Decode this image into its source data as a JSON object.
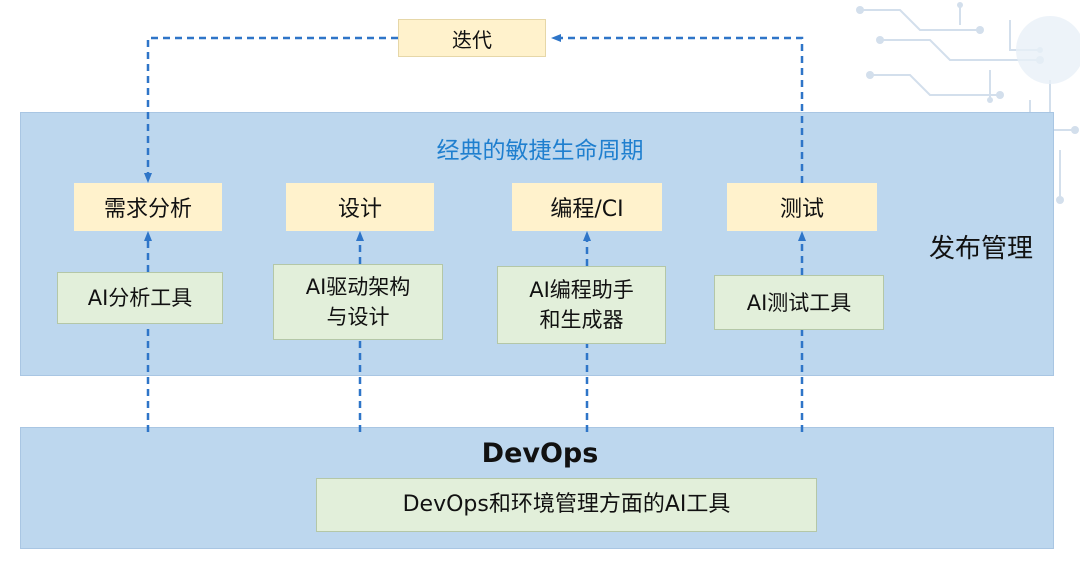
{
  "iteration": {
    "label": "迭代"
  },
  "agile": {
    "title": "经典的敏捷生命周期",
    "release_label": "发布管理",
    "stages": [
      {
        "phase": "需求分析",
        "tool": "AI分析工具"
      },
      {
        "phase": "设计",
        "tool": "AI驱动架构\n与设计"
      },
      {
        "phase": "编程/CI",
        "tool": "AI编程助手\n和生成器"
      },
      {
        "phase": "测试",
        "tool": "AI测试工具"
      }
    ]
  },
  "devops": {
    "title": "DevOps",
    "tool": "DevOps和环境管理方面的AI工具"
  },
  "colors": {
    "band": "#bdd7ee",
    "phase_box": "#fff2cc",
    "tool_box": "#e2efda",
    "arrow": "#2e75c8",
    "title_accent": "#1f7fcf"
  }
}
